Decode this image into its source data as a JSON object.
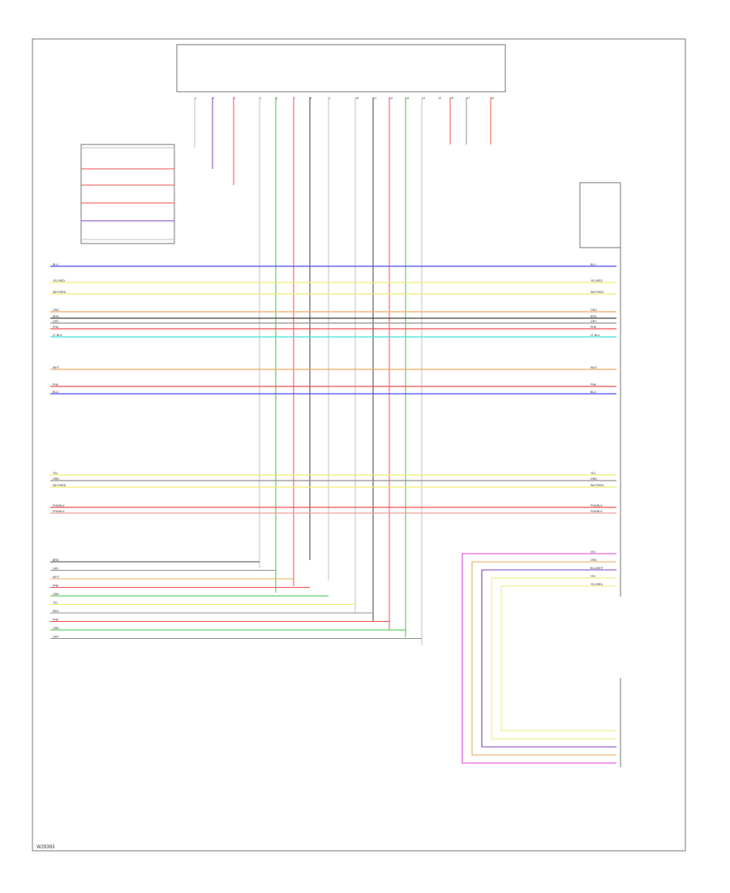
{
  "diagram_code": "W29393",
  "colors": {
    "blue": "#4a4af0",
    "yellow": "#eeee70",
    "orange": "#f0a860",
    "gray": "#909090",
    "black": "#404040",
    "red": "#f05050",
    "pink": "#f0a0a0",
    "cyan": "#40e0e0",
    "green": "#40c040",
    "violet": "#8040c0",
    "magenta": "#e040e0",
    "white": "#dddddd",
    "lightgray": "#c0c0c0"
  },
  "top_connector_pins": [
    "1",
    "2",
    "3",
    "5",
    "6",
    "7",
    "8",
    "9",
    "10",
    "11",
    "12",
    "13",
    "14",
    "15",
    "16",
    "17",
    "18",
    "19"
  ],
  "wires": [
    {
      "color": "blue",
      "label": "BLU"
    },
    {
      "color": "yellow",
      "label": "YEL/RED"
    },
    {
      "color": "yellow",
      "label": "WHT/RED"
    },
    {
      "color": "orange",
      "label": "ORG"
    },
    {
      "color": "black",
      "label": "BRN"
    },
    {
      "color": "gray",
      "label": "GRY"
    },
    {
      "color": "red",
      "label": "PNK"
    },
    {
      "color": "cyan",
      "label": "LT BLU"
    },
    {
      "color": "orange",
      "label": "WHT"
    },
    {
      "color": "red",
      "label": "PNK"
    },
    {
      "color": "blue",
      "label": "BLU"
    },
    {
      "color": "yellow",
      "label": "YEL"
    },
    {
      "color": "gray",
      "label": "GRN"
    },
    {
      "color": "yellow",
      "label": "WHT/RED"
    },
    {
      "color": "red",
      "label": "PNK/BLK"
    },
    {
      "color": "pink",
      "label": "PNK/BLK"
    }
  ],
  "bottom_wires": [
    {
      "color": "black",
      "label": "BRN"
    },
    {
      "color": "gray",
      "label": "GRY"
    },
    {
      "color": "orange",
      "label": "WHT"
    },
    {
      "color": "red",
      "label": "PNK"
    },
    {
      "color": "green",
      "label": "GRN"
    },
    {
      "color": "yellow",
      "label": "YEL"
    },
    {
      "color": "gray",
      "label": "RED"
    },
    {
      "color": "red",
      "label": "PNK"
    },
    {
      "color": "green",
      "label": "GRN"
    },
    {
      "color": "gray",
      "label": "GRY"
    }
  ],
  "lower_bus": [
    {
      "color": "magenta",
      "label": "VIO"
    },
    {
      "color": "orange",
      "label": "ORG"
    },
    {
      "color": "violet",
      "label": "BLU/WHT"
    },
    {
      "color": "yellow",
      "label": "YEL"
    },
    {
      "color": "yellow",
      "label": "YEL/BRN"
    }
  ]
}
